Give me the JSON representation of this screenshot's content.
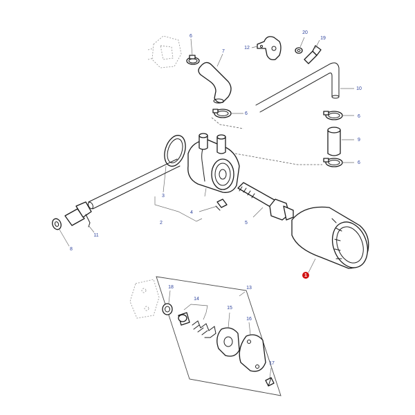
{
  "callouts": {
    "c6a": "6",
    "c7": "7",
    "c12": "12",
    "c20": "20",
    "c19": "19",
    "c10": "10",
    "c6b": "6",
    "c6c": "6",
    "c9": "9",
    "c6d": "6",
    "c3": "3",
    "c2": "2",
    "c4": "4",
    "c5": "5",
    "c11": "11",
    "c8": "8",
    "c1": "1",
    "c18": "18",
    "c14": "14",
    "c13": "13",
    "c15": "15",
    "c16": "16",
    "c17": "17"
  },
  "colors": {
    "callout": "#2a3f9a",
    "badge": "#d01010",
    "line": "#1a1a1a"
  }
}
